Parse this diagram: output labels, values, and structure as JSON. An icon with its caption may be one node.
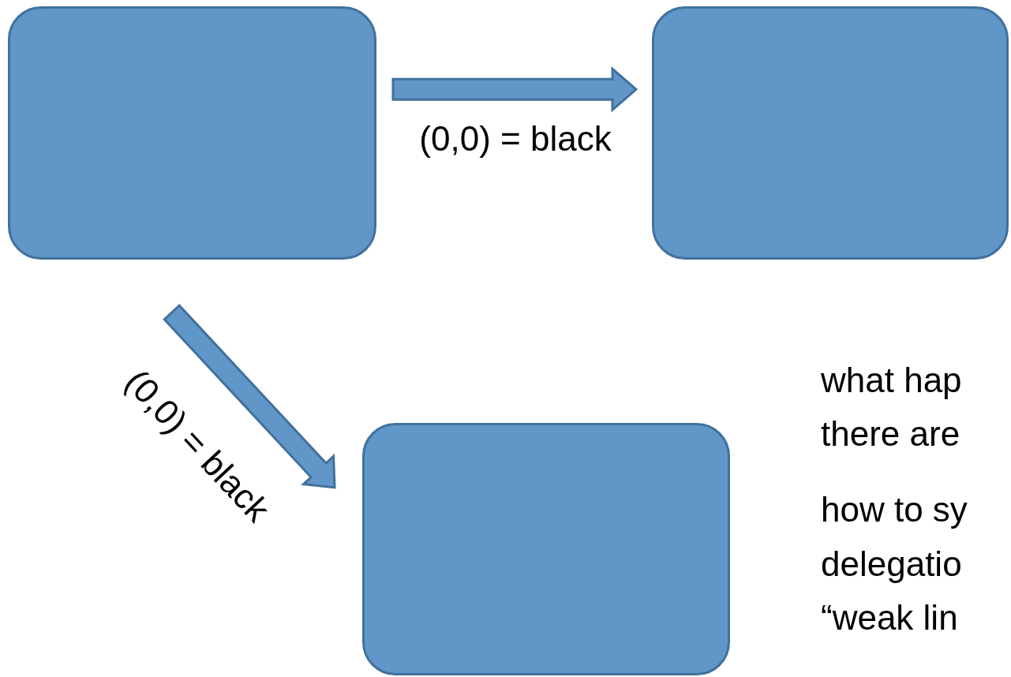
{
  "diagram": {
    "nodes": [
      {
        "text": [],
        "shape": "box"
      },
      {
        "text": [],
        "shape": "box"
      },
      {
        "text": [],
        "shape": "box"
      }
    ],
    "edges": [
      {
        "from": 0,
        "to": 1,
        "arrow": "to",
        "label": "(0,0) = black",
        "style": "thick"
      },
      {
        "from": 0,
        "to": 2,
        "arrow": "to",
        "label": "(0,0) = black",
        "style": "thick"
      }
    ],
    "labels": [
      "what hap",
      "there are",
      "how to sy",
      "delegatio",
      "“weak lin"
    ]
  }
}
